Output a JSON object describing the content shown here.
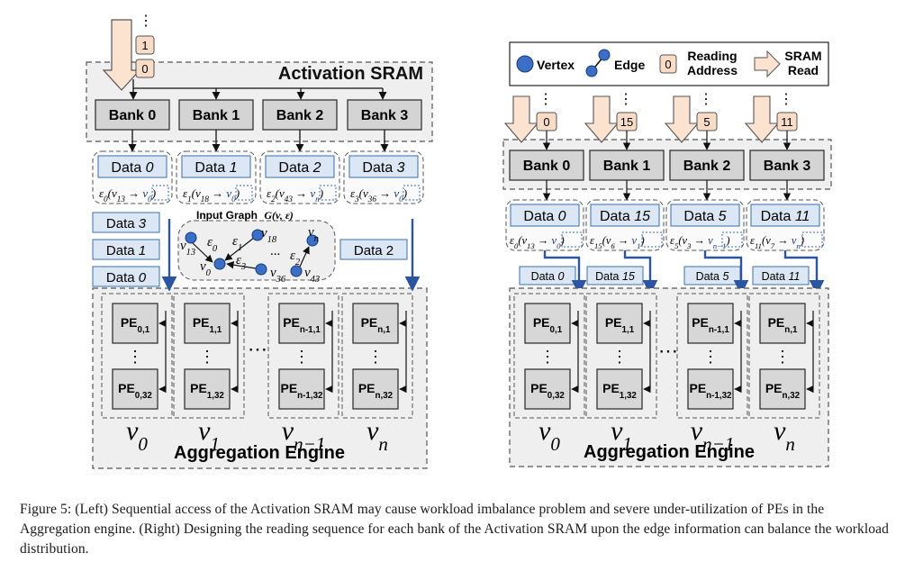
{
  "left": {
    "title": "Activation SRAM",
    "engine_title": "Aggregation Engine",
    "stack_addresses": [
      "1",
      "0"
    ],
    "banks": [
      "Bank 0",
      "Bank 1",
      "Bank 2",
      "Bank 3"
    ],
    "data_label": "Data",
    "data_indices": [
      "0",
      "1",
      "2",
      "3"
    ],
    "edge_labels": [
      {
        "eps": "ε",
        "eps_sub": "0",
        "src": "v",
        "src_sub": "13",
        "dst_sub": "0"
      },
      {
        "eps": "ε",
        "eps_sub": "1",
        "src": "v",
        "src_sub": "18",
        "dst_sub": "0"
      },
      {
        "eps": "ε",
        "eps_sub": "2",
        "src": "v",
        "src_sub": "43",
        "dst_sub": "n"
      },
      {
        "eps": "ε",
        "eps_sub": "3",
        "src": "v",
        "src_sub": "36",
        "dst_sub": "0"
      }
    ],
    "queue_v0": [
      "3",
      "1",
      "0"
    ],
    "queue_vn": [
      "2"
    ],
    "input_graph_title": "Input Graph",
    "input_graph_formula": "G(v, ε)",
    "graph_nodes": [
      {
        "label": "v",
        "sub": "13"
      },
      {
        "label": "v",
        "sub": "18"
      },
      {
        "label": "v",
        "sub": "0"
      },
      {
        "label": "v",
        "sub": "36"
      },
      {
        "label": "v",
        "sub": "n"
      },
      {
        "label": "v",
        "sub": "43"
      }
    ],
    "graph_edges": [
      {
        "label": "ε",
        "sub": "0"
      },
      {
        "label": "ε",
        "sub": "1"
      },
      {
        "label": "ε",
        "sub": "3"
      },
      {
        "label": "ε",
        "sub": "2"
      }
    ],
    "graph_ellipsis": "...",
    "pe_columns": [
      {
        "top": "PE",
        "top_sub": "0,1",
        "bottom": "PE",
        "bottom_sub": "0,32",
        "label": "v",
        "label_sub": "0"
      },
      {
        "top": "PE",
        "top_sub": "1,1",
        "bottom": "PE",
        "bottom_sub": "1,32",
        "label": "v",
        "label_sub": "1"
      },
      {
        "top": "PE",
        "top_sub": "n-1,1",
        "bottom": "PE",
        "bottom_sub": "n-1,32",
        "label": "v",
        "label_sub": "n−1"
      },
      {
        "top": "PE",
        "top_sub": "n,1",
        "bottom": "PE",
        "bottom_sub": "n,32",
        "label": "v",
        "label_sub": "n"
      }
    ],
    "pe_vdots": "⋮",
    "pe_hdots": "⋯"
  },
  "right": {
    "legend": {
      "vertex": "Vertex",
      "edge": "Edge",
      "reading_address_symbol": "0",
      "reading_address_line1": "Reading",
      "reading_address_line2": "Address",
      "sram_read_line1": "SRAM",
      "sram_read_line2": "Read"
    },
    "bank_addresses": [
      "0",
      "15",
      "5",
      "11"
    ],
    "banks": [
      "Bank 0",
      "Bank 1",
      "Bank 2",
      "Bank 3"
    ],
    "data_label": "Data",
    "data_indices": [
      "0",
      "15",
      "5",
      "11"
    ],
    "edge_labels": [
      {
        "eps": "ε",
        "eps_sub": "0",
        "src": "v",
        "src_sub": "13",
        "dst_sub": "0"
      },
      {
        "eps": "ε",
        "eps_sub": "15",
        "src": "v",
        "src_sub": "6",
        "dst_sub": "1"
      },
      {
        "eps": "ε",
        "eps_sub": "5",
        "src": "v",
        "src_sub": "3",
        "dst_sub": "n−1"
      },
      {
        "eps": "ε",
        "eps_sub": "11",
        "src": "v",
        "src_sub": "7",
        "dst_sub": "n"
      }
    ],
    "small_data": [
      "Data 0",
      "Data 15",
      "Data 5",
      "Data 11"
    ],
    "engine_title": "Aggregation Engine",
    "pe_columns": [
      {
        "top": "PE",
        "top_sub": "0,1",
        "bottom": "PE",
        "bottom_sub": "0,32",
        "label": "v",
        "label_sub": "0"
      },
      {
        "top": "PE",
        "top_sub": "1,1",
        "bottom": "PE",
        "bottom_sub": "1,32",
        "label": "v",
        "label_sub": "1"
      },
      {
        "top": "PE",
        "top_sub": "n-1,1",
        "bottom": "PE",
        "bottom_sub": "n-1,32",
        "label": "v",
        "label_sub": "n−1"
      },
      {
        "top": "PE",
        "top_sub": "n,1",
        "bottom": "PE",
        "bottom_sub": "n,32",
        "label": "v",
        "label_sub": "n"
      }
    ],
    "pe_vdots": "⋮",
    "pe_hdots": "⋯"
  },
  "caption": "Figure 5: (Left) Sequential access of the Activation SRAM may cause workload imbalance problem and severe under-utilization of PEs in the Aggregation engine. (Right) Designing the reading sequence for each bank of the Activation SRAM upon the edge information can balance the workload distribution.",
  "colors": {
    "bank_fill": "#d4d4d4",
    "data_fill": "#dbe7f5",
    "data_border": "#3a6fb0",
    "pe_fill": "#d7d7d7",
    "address_fill": "#f8dcc6",
    "sram_arrow_fill": "#fbe3cf",
    "region_fill": "#efefef",
    "vertex_fill": "#3a6fc8",
    "route_blue": "#2a55a5",
    "caption_text": "#1a1a1a"
  }
}
